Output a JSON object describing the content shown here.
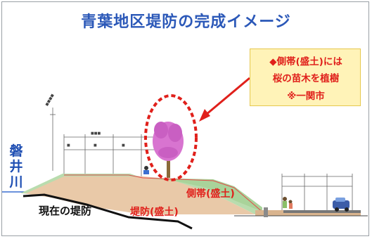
{
  "title": "青葉地区堤防の完成イメージ",
  "callout": {
    "line1": "◆側帯(盛土)には",
    "line2": "桜の苗木を植樹",
    "line3": "※一関市"
  },
  "river_label": [
    "磐",
    "井",
    "川"
  ],
  "labels": {
    "current_levee": "現在の堤防",
    "levee_embankment": "堤防(盛土)",
    "side_belt": "側帯(盛土)"
  },
  "colors": {
    "title": "#2b58b8",
    "accent_red": "#e0201b",
    "callout_bg": "#fff3b8",
    "grass": "#b9dcae",
    "soil": "#e9c9a8"
  }
}
